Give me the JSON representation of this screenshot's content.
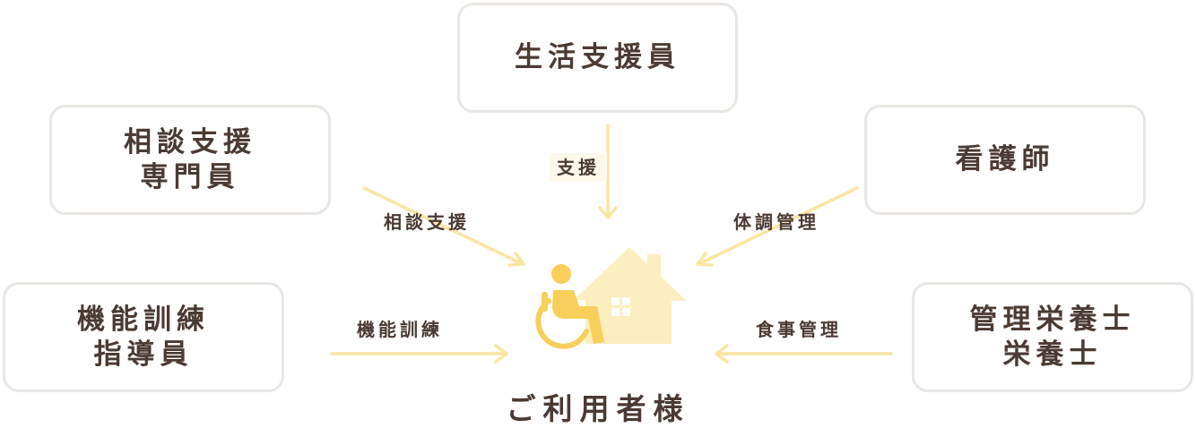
{
  "nodes": {
    "life_support": {
      "lines": [
        "生活支援員"
      ]
    },
    "consult": {
      "lines": [
        "相談支援",
        "専門員"
      ]
    },
    "nurse": {
      "lines": [
        "看護師"
      ]
    },
    "training": {
      "lines": [
        "機能訓練",
        "指導員"
      ]
    },
    "nutrition": {
      "lines": [
        "管理栄養士",
        "栄養士"
      ]
    }
  },
  "edges": {
    "support": "支援",
    "consultation": "相談支援",
    "health": "体調管理",
    "training": "機能訓練",
    "meal": "食事管理"
  },
  "center": {
    "label": "ご利用者様"
  },
  "colors": {
    "arrow": "#fbe6a0",
    "house": "#fcefbf",
    "person": "#f7cf5a",
    "text": "#4b3a33",
    "border": "#e9e6e3"
  }
}
